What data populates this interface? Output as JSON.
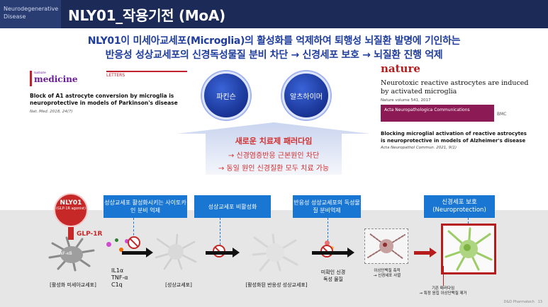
{
  "header": {
    "tag": "Neurodegenerative Disease",
    "title": "NLY01_작용기전 (MoA)"
  },
  "headline": {
    "line1": "NLY01이 미세아교세포(Microglia)의 활성화를 억제하여 퇴행성 뇌질환 발명에 기인하는",
    "line2": "반응성 성상교세포의 신경독성물질 분비 차단 → 신경세포 보호 → 뇌질환 진행 억제"
  },
  "paper_left": {
    "logo_top": "nature",
    "logo_main": "medicine",
    "section": "LETTERS",
    "title": "Block of A1 astrocyte conversion by microglia is neuroprotective in models of Parkinson's disease",
    "ref": "Nat. Med. 2018, 24(7)"
  },
  "paper_right": {
    "logo": "nature",
    "title": "Neurotoxic reactive astrocytes are induced by activated microglia",
    "ref": "Nature volume 541, 2017",
    "journal": "Acta Neuropathologica Communications",
    "publisher": "BMC",
    "title2": "Blocking microglial activation of reactive astrocytes is neuroprotective in models of Alzheimer's disease",
    "ref2": "Acta Neuropathol Commun. 2021, 9(1)"
  },
  "circles": {
    "left": "파킨슨",
    "right": "알츠하이머"
  },
  "paradigm": {
    "line1": "새로운 치료제 패러다임",
    "line2": "→ 신경염증반응 근본원인 차단",
    "line3": "→ 동일 원인 신경질환 모두 치료 가능"
  },
  "pathway": {
    "drug_name": "NLY01",
    "drug_sub": "(GLP-1R agonist)",
    "receptor": "GLP-1R",
    "nfkb": "NF-κB",
    "callout1": "성상교세포 활성화시키는 사이토카인 분비 억제",
    "callout2": "성상교세포 비활성화",
    "callout3": "반응성 성상교세포의 독성물질 분비억제",
    "callout4": "신경세포 보호 (Neuroprotection)",
    "cytokines": [
      "IL1α",
      "TNF-α",
      "C1q"
    ],
    "label_microglia": "[활성화 미세아교세포]",
    "label_astrocyte": "[성상교세포]",
    "label_reactive": "[활성화된 반응성 성상교세포]",
    "label_toxin": "미확인 신경독성 물질",
    "dying_note1": "이상단백질 축적",
    "dying_note2": "→ 신경세포 사멸",
    "existing_note1": "기존 패러다임",
    "existing_note2": "→ 특정 응집 이상단백질 제거"
  },
  "footer": {
    "page": "D&D Pharmatech",
    "num": "13"
  },
  "colors": {
    "navy": "#1b2a56",
    "headline_blue": "#1f3d9c",
    "callout_blue": "#1976d2",
    "red": "#c62828"
  }
}
